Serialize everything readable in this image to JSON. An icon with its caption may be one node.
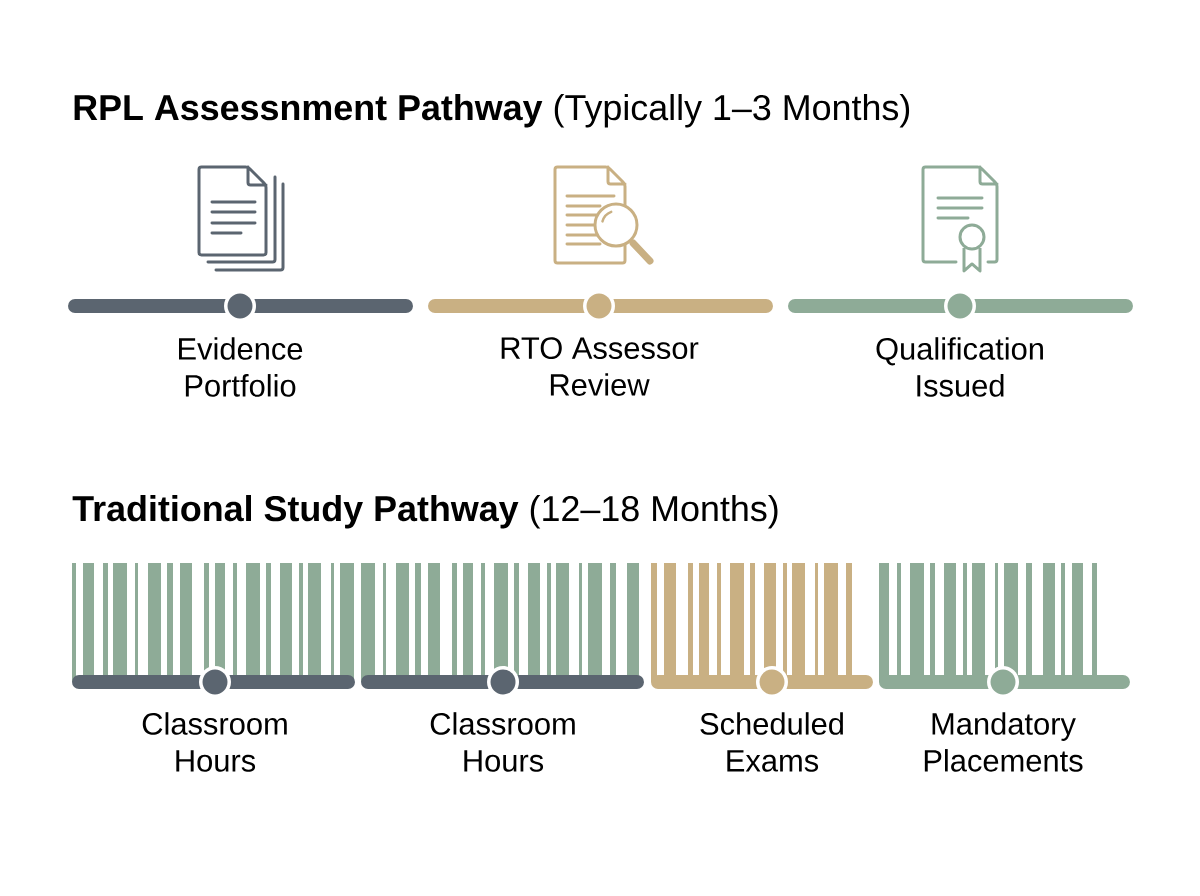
{
  "diagram": {
    "nodes": [
      {
        "text": [
          "Evidence Portfolio"
        ]
      },
      {
        "text": [
          "RTO Assessor Review"
        ]
      },
      {
        "text": [
          "Qualification Issued"
        ]
      },
      {
        "text": [
          "Classroom Hours"
        ]
      },
      {
        "text": [
          "Classroom Hours"
        ]
      },
      {
        "text": [
          "Scheduled Exams"
        ]
      },
      {
        "text": [
          "Mandatory Placements"
        ]
      }
    ],
    "labels": [
      "**RPL Assessnment Pathway** (Typically 1–3 Months)",
      "**Traditional Study Pathway** (12–18 Months)"
    ]
  }
}
